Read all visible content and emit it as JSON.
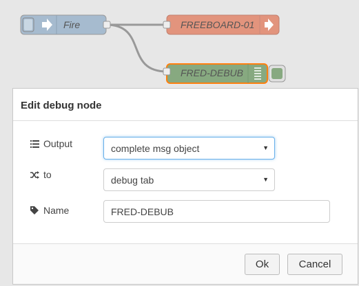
{
  "flow": {
    "nodes": {
      "inject": {
        "label": "Fire"
      },
      "output": {
        "label": "FREEBOARD-01"
      },
      "debug": {
        "label": "FRED-DEBUB"
      }
    },
    "colors": {
      "inject": "#a6bbcf",
      "output": "#e2947d",
      "debug": "#87a980",
      "selected_outline": "#ff7f0e"
    }
  },
  "dialog": {
    "title": "Edit debug node",
    "output": {
      "label": "Output",
      "value": "complete msg object",
      "icon": "list-icon"
    },
    "to": {
      "label": "to",
      "value": "debug tab",
      "icon": "shuffle-icon"
    },
    "name": {
      "label": "Name",
      "value": "FRED-DEBUB",
      "icon": "tag-icon"
    },
    "ok_label": "Ok",
    "cancel_label": "Cancel"
  }
}
